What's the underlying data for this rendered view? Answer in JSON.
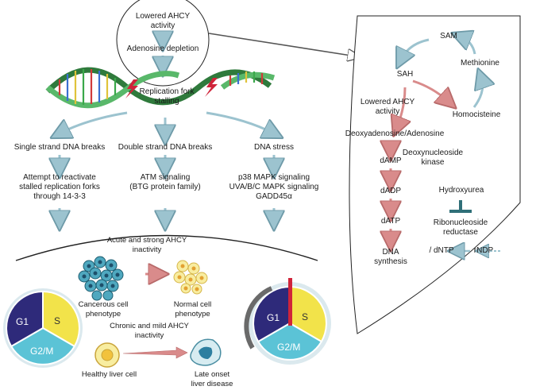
{
  "top_circle": {
    "line1": "Lowered AHCY",
    "line2": "activity",
    "line3": "Adenosine depletion"
  },
  "fork_label": {
    "line1": "Replication fork",
    "line2": "stalling"
  },
  "branches": {
    "left": {
      "title": "Single strand DNA breaks",
      "detail1": "Attempt to reactivate",
      "detail2": "stalled replication forks",
      "detail3": "through 14-3-3"
    },
    "middle": {
      "title": "Double strand DNA breaks",
      "detail1": "ATM signaling",
      "detail2": "(BTG protein family)"
    },
    "right": {
      "title": "DNA stress",
      "detail1": "p38 MAPK signaling",
      "detail2": "UVA/B/C MAPK signaling",
      "detail3": "GADD45α"
    }
  },
  "bottom": {
    "acute1": "Acute and strong AHCY",
    "acute2": "inactivity",
    "cancer1": "Cancerous cell",
    "cancer2": "phenotype",
    "normal1": "Normal cell",
    "normal2": "phenotype",
    "chronic1": "Chronic and mild AHCY",
    "chronic2": "inactivity",
    "healthy": "Healthy liver cell",
    "late1": "Late onset",
    "late2": "liver disease"
  },
  "cell_cycle": {
    "g1": "G1",
    "s": "S",
    "g2m": "G2/M"
  },
  "pathway": {
    "sam": "SAM",
    "sah": "SAH",
    "methionine": "Methionine",
    "lowered1": "Lowered AHCY",
    "lowered2": "activity",
    "homocisteine": "Homocisteine",
    "deoxyadenosine": "Deoxyadenosine/Adenosine",
    "dnk1": "Deoxynucleoside",
    "dnk2": "kinase",
    "damp": "dAMP",
    "dadp": "dADP",
    "datp": "dATP",
    "dna1": "DNA",
    "dna2": "synthesis",
    "hydroxyurea": "Hydroxyurea",
    "rnr1": "Ribonucleoside",
    "rnr2": "reductase",
    "dntp": "/ dNTP",
    "rndp": "rNDP"
  },
  "colors": {
    "arrow_blue": "#9cc3cf",
    "arrow_red": "#d98b8b",
    "g1": "#2e2a7a",
    "s": "#f2e34a",
    "g2m": "#5bc3d6",
    "inhibitor": "#2f6f78",
    "checkpoint": "#d0243a"
  }
}
